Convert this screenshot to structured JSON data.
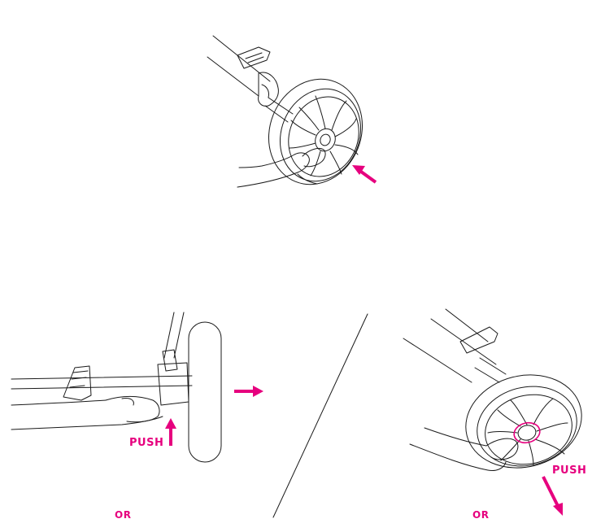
{
  "labels": {
    "push_left": "PUSH",
    "push_right": "PUSH",
    "or_left": "OR",
    "or_right": "OR"
  },
  "colors": {
    "accent": "#E6007E",
    "line": "#1a1a1a"
  }
}
